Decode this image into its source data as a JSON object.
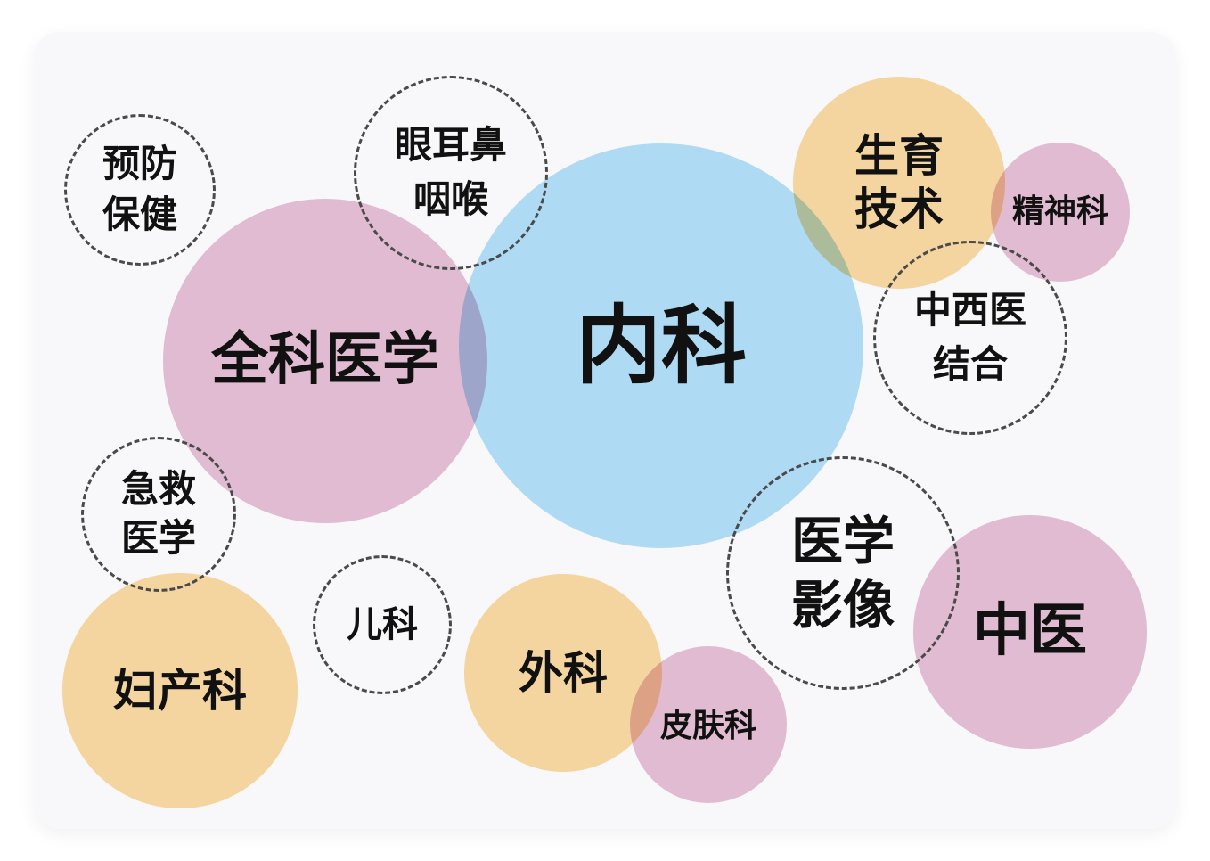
{
  "colors": {
    "blue": "#b4e1f8",
    "pink": "#e7c1d5",
    "orange": "#fbdba2",
    "dashed_border": "#4a4a4a",
    "card_bg": "#f8f8fa"
  },
  "bubbles": {
    "neike": {
      "label": "内科",
      "color": "blue",
      "style": "filled"
    },
    "quanke": {
      "label": "全科医学",
      "color": "pink",
      "style": "filled"
    },
    "shengyu": {
      "label": "生育\n技术",
      "color": "orange",
      "style": "filled"
    },
    "jingshen": {
      "label": "精神科",
      "color": "pink",
      "style": "filled"
    },
    "zhongyi": {
      "label": "中医",
      "color": "pink",
      "style": "filled"
    },
    "fuchan": {
      "label": "妇产科",
      "color": "orange",
      "style": "filled"
    },
    "waike": {
      "label": "外科",
      "color": "orange",
      "style": "filled"
    },
    "pifu": {
      "label": "皮肤科",
      "color": "pink",
      "style": "filled"
    },
    "yufang": {
      "label": "预防\n保健",
      "style": "dashed"
    },
    "yanerbi": {
      "label": "眼耳鼻\n咽喉",
      "style": "dashed"
    },
    "zhongxiyi": {
      "label": "中西医\n结合",
      "style": "dashed"
    },
    "jijiu": {
      "label": "急救\n医学",
      "style": "dashed"
    },
    "erke": {
      "label": "儿科",
      "style": "dashed"
    },
    "yingxiang": {
      "label": "医学\n影像",
      "style": "dashed"
    }
  }
}
